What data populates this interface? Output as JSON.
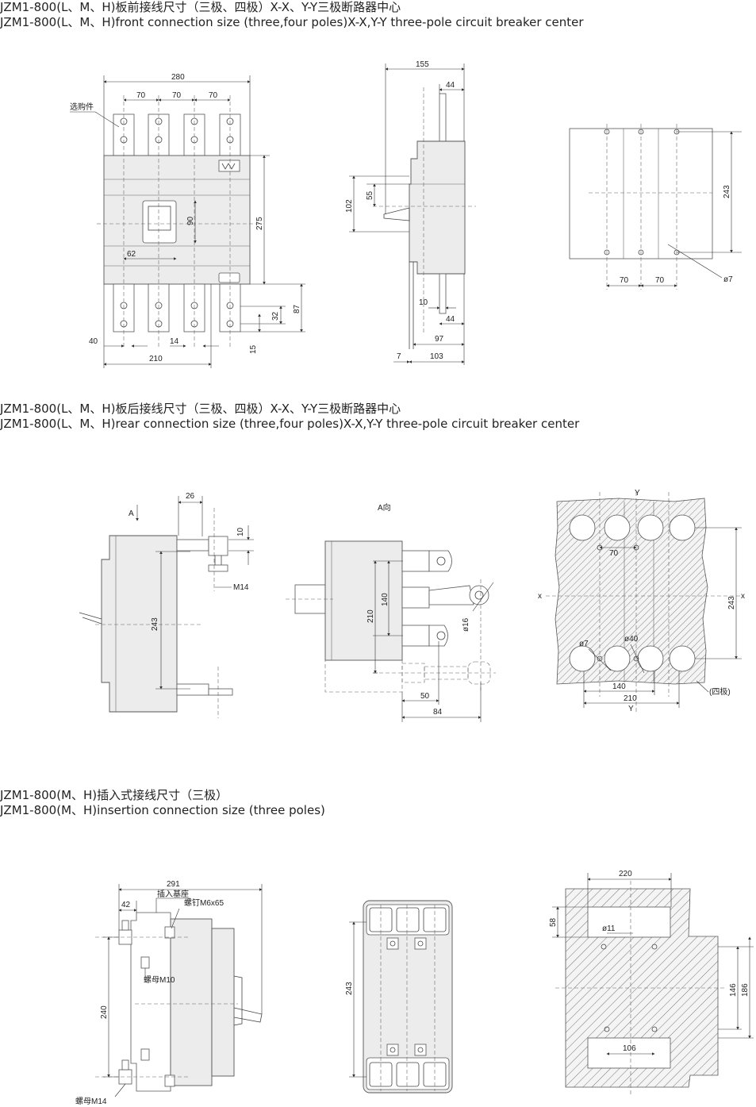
{
  "sections": [
    {
      "title_cn": "JZM1-800(L、M、H)板前接线尺寸（三极、四极）X-X、Y-Y三极断路器中心",
      "title_en": "JZM1-800(L、M、H)front connection size (three,four poles)X-X,Y-Y three-pole circuit breaker center"
    },
    {
      "title_cn": "JZM1-800(L、M、H)板后接线尺寸（三极、四极）X-X、Y-Y三极断路器中心",
      "title_en": "JZM1-800(L、M、H)rear connection size (three,four poles)X-X,Y-Y three-pole circuit breaker center"
    },
    {
      "title_cn": "JZM1-800(M、H)插入式接线尺寸（三极）",
      "title_en": "JZM1-800(M、H)insertion connection size (three  poles)"
    }
  ],
  "front": {
    "d280": "280",
    "d70a": "70",
    "d70b": "70",
    "d70c": "70",
    "optional": "选购件",
    "d90": "90",
    "d62": "62",
    "d275": "275",
    "d87": "87",
    "d32": "32",
    "d15": "15",
    "d40": "40",
    "d14": "14",
    "d210": "210",
    "side": {
      "d155": "155",
      "d44a": "44",
      "d102": "102",
      "d55": "55",
      "d10": "10",
      "d44b": "44",
      "d97": "97",
      "d7": "7",
      "d103": "103"
    },
    "plate": {
      "d243": "243",
      "d70a": "70",
      "d70b": "70",
      "phi7": "ø7"
    }
  },
  "rear": {
    "arrowA": "A",
    "d26": "26",
    "d10": "10",
    "m14": "M14",
    "d243": "243",
    "viewA": "A向",
    "d140": "140",
    "d210": "210",
    "phi16": "ø16",
    "d50": "50",
    "d84": "84",
    "panel": {
      "y_top": "Y",
      "y_bot": "Y",
      "x_left": "x",
      "x_right": "x",
      "d70": "70",
      "d243": "243",
      "phi7": "ø7",
      "phi40": "ø40",
      "d140": "140",
      "d210": "210",
      "four_pole": "(四极)"
    }
  },
  "insert": {
    "d291": "291",
    "base": "插入基座",
    "d42": "42",
    "screw": "螺钉M6x65",
    "nut10": "螺母M10",
    "d240": "240",
    "nut14": "螺母M14",
    "front_d243": "243",
    "panel": {
      "d220": "220",
      "d58": "58",
      "phi11": "ø11",
      "d146": "146",
      "d186": "186",
      "d106": "106"
    }
  }
}
